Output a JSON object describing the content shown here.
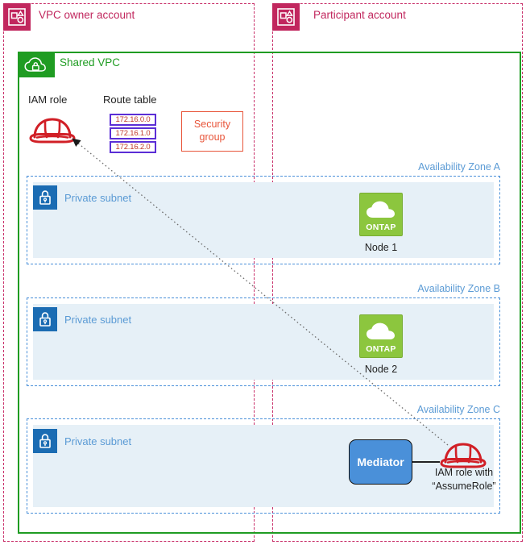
{
  "accounts": [
    {
      "id": "vpc-owner",
      "label": "VPC owner account",
      "icon": "account-icon",
      "color": "#c1275e"
    },
    {
      "id": "participant",
      "label": "Participant account",
      "icon": "account-icon",
      "color": "#c1275e"
    }
  ],
  "vpc": {
    "label": "Shared VPC",
    "icon": "cloud-lock-icon",
    "color": "#1f9c22"
  },
  "iam_role": {
    "label": "IAM role",
    "icon": "hard-hat-icon",
    "color": "#d11f26"
  },
  "route_table": {
    "label": "Route table",
    "routes": [
      "172.16.0.0",
      "172.16.1.0",
      "172.16.2.0"
    ],
    "border_color": "#5b2ed6",
    "text_color": "#c0392b"
  },
  "security_group": {
    "line1": "Security",
    "line2": "group",
    "color": "#e8553a"
  },
  "zones": [
    {
      "label": "Availability Zone A",
      "subnet": {
        "label": "Private subnet",
        "icon": "lock-icon"
      },
      "node": {
        "label": "Node 1",
        "product": "ONTAP",
        "icon": "cloud-icon",
        "color": "#8cc63e"
      }
    },
    {
      "label": "Availability Zone B",
      "subnet": {
        "label": "Private subnet",
        "icon": "lock-icon"
      },
      "node": {
        "label": "Node 2",
        "product": "ONTAP",
        "icon": "cloud-icon",
        "color": "#8cc63e"
      }
    },
    {
      "label": "Availability Zone C",
      "subnet": {
        "label": "Private subnet",
        "icon": "lock-icon"
      },
      "mediator": {
        "label": "Mediator",
        "color": "#4a90d9"
      },
      "assume_role": {
        "line1": "IAM role with",
        "line2": "“AssumeRole”",
        "icon": "hard-hat-icon"
      }
    }
  ],
  "colors": {
    "account_pink": "#c1275e",
    "vpc_green": "#1f9c22",
    "az_blue": "#4a90d9",
    "subnet_fill": "#e6f0f7",
    "subnet_tab": "#1b6cb3",
    "iam_red": "#d11f26",
    "route_purple": "#5b2ed6",
    "secgrp_orange": "#e8553a"
  }
}
